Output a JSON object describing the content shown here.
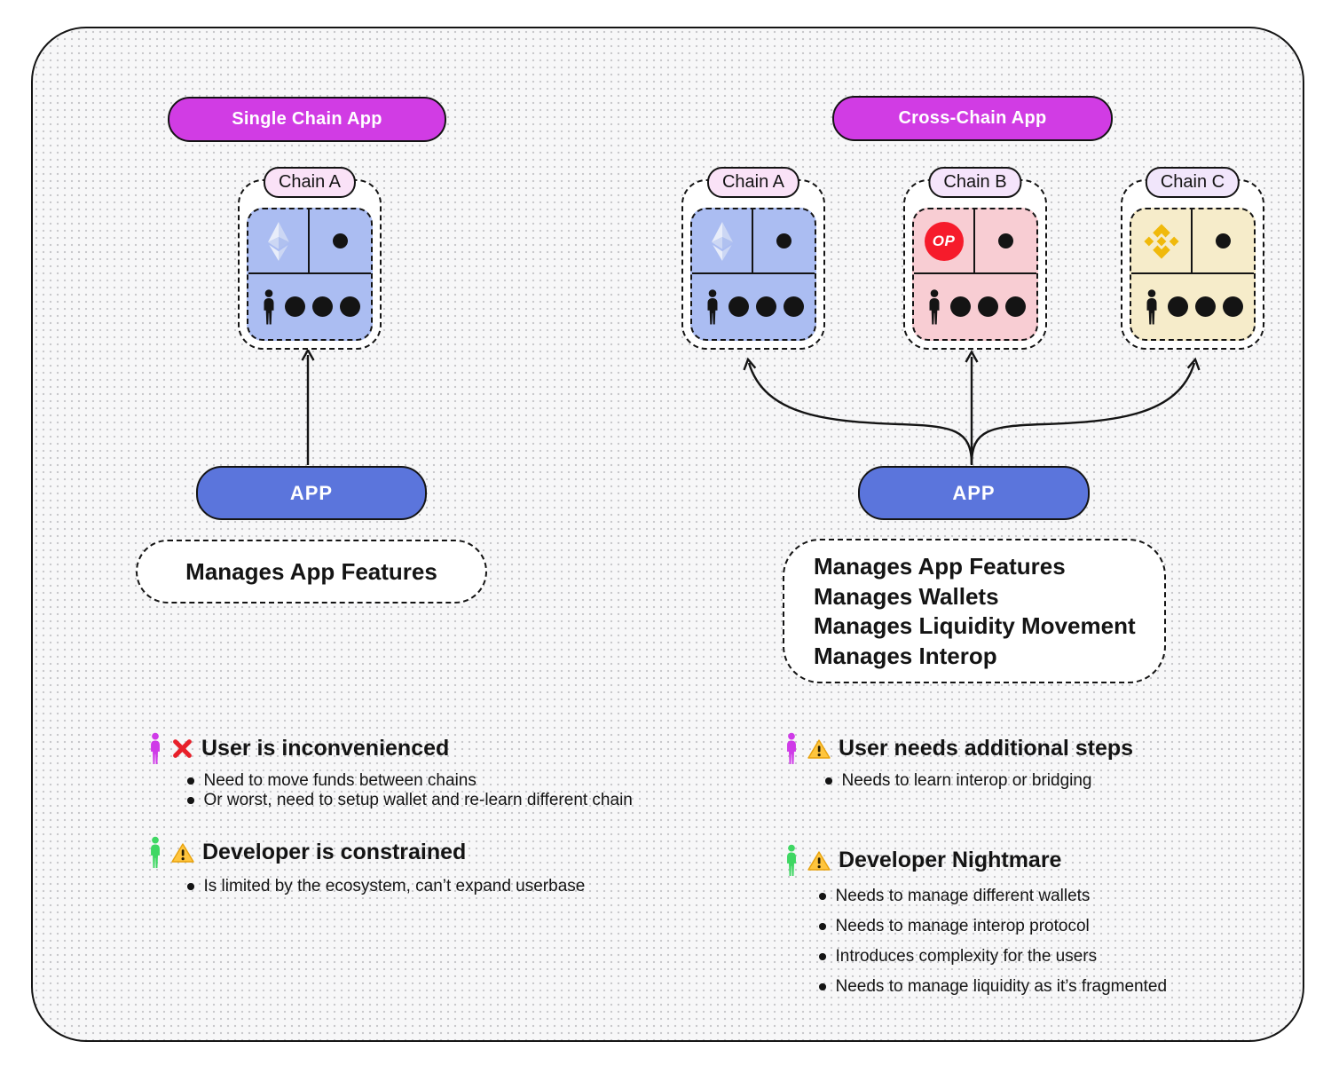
{
  "panels": {
    "single": {
      "badge": "Single Chain App",
      "app_label": "APP",
      "chain": {
        "label": "Chain A",
        "logo": "ethereum"
      },
      "features": [
        "Manages App Features"
      ]
    },
    "cross": {
      "badge": "Cross-Chain App",
      "app_label": "APP",
      "chains": [
        {
          "label": "Chain A",
          "logo": "ethereum"
        },
        {
          "label": "Chain B",
          "logo": "optimism",
          "logo_text": "OP"
        },
        {
          "label": "Chain C",
          "logo": "binance"
        }
      ],
      "features": [
        "Manages App Features",
        "Manages Wallets",
        "Manages Liquidity Movement",
        "Manages Interop"
      ]
    }
  },
  "notes": {
    "single": [
      {
        "persona": "user",
        "marker": "cross-icon",
        "title": "User is inconvenienced",
        "bullets": [
          "Need to move funds between chains",
          "Or worst, need to setup wallet and re-learn different chain"
        ]
      },
      {
        "persona": "developer",
        "marker": "warning-icon",
        "title": "Developer is constrained",
        "bullets": [
          "Is limited by the ecosystem, can’t expand userbase"
        ]
      }
    ],
    "cross": [
      {
        "persona": "user",
        "marker": "warning-icon",
        "title": "User needs additional steps",
        "bullets": [
          "Needs to learn interop or bridging"
        ]
      },
      {
        "persona": "developer",
        "marker": "warning-icon",
        "title": "Developer Nightmare",
        "bullets": [
          "Needs to manage different wallets",
          "Needs to manage interop protocol",
          "Introduces complexity for the users",
          "Needs to manage liquidity as it’s fragmented"
        ]
      }
    ]
  },
  "colors": {
    "badge_magenta": "#d13ce4",
    "app_blue": "#5b75dc",
    "chain_a_fill": "#abbdf2",
    "chain_b_fill": "#f8cdd3",
    "chain_c_fill": "#f6ecca",
    "chip_a": "#fae2f7",
    "chip_b": "#f5e4fb",
    "chip_c": "#f1e6fb",
    "optimism_red": "#f61b2b",
    "binance_gold": "#f0b90b",
    "ethereum_light": "#e8edfa",
    "user_person": "#cf3be8",
    "developer_person": "#3fd763",
    "cross_marker_red": "#e8202a",
    "warning_yellow": "#ffc53d",
    "ink": "#141414"
  }
}
